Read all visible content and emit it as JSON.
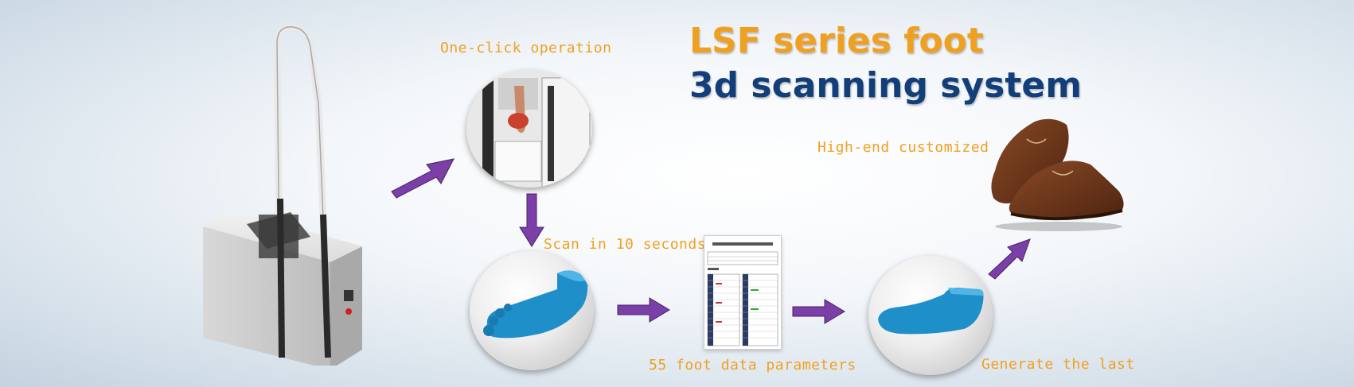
{
  "title": {
    "line1": "LSF series foot",
    "line2": "3d scanning system"
  },
  "steps": {
    "one_click": "One-click operation",
    "scan": "Scan in 10 seconds",
    "parameters": "55 foot data parameters",
    "generate": "Generate the last",
    "customized": "High-end customized"
  },
  "colors": {
    "accent_orange": "#f0a020",
    "title_blue": "#123f7a",
    "arrow_purple": "#7b3fa8",
    "model_blue": "#1f8fc9"
  },
  "icons": [
    "scanner-machine-image",
    "foot-in-scanner-image",
    "foot-3d-model-image",
    "data-sheet-image",
    "shoe-last-image",
    "leather-shoes-image",
    "arrow-icon"
  ]
}
